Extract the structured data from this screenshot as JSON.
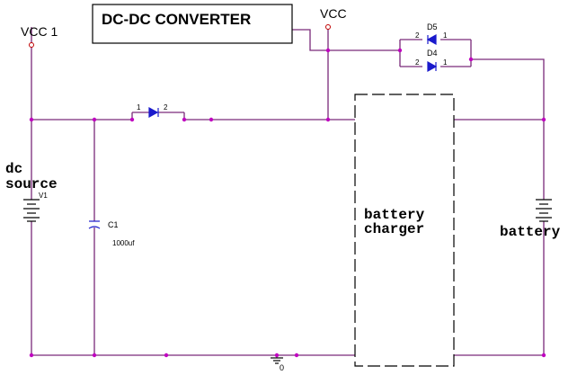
{
  "converter_box": {
    "label": "DC-DC CONVERTER"
  },
  "vcc1": {
    "label": "VCC 1"
  },
  "vcc": {
    "label": "VCC"
  },
  "diode_d5": {
    "name": "D5",
    "pin_left": "2",
    "pin_right": "1"
  },
  "diode_d4": {
    "name": "D4",
    "pin_left": "2",
    "pin_right": "1"
  },
  "diode_top": {
    "pin_left": "1",
    "pin_right": "2"
  },
  "dc_source": {
    "line1": "dc",
    "line2": "source",
    "ref": "V1"
  },
  "capacitor": {
    "ref": "C1",
    "value": "1000uf"
  },
  "charger": {
    "line1": "battery",
    "line2": "charger"
  },
  "battery": {
    "label": "battery"
  },
  "ground": {
    "label": "0"
  },
  "colors": {
    "wire": "#7a2a7a",
    "node": "#c000c0",
    "diode": "#1a1acc"
  }
}
